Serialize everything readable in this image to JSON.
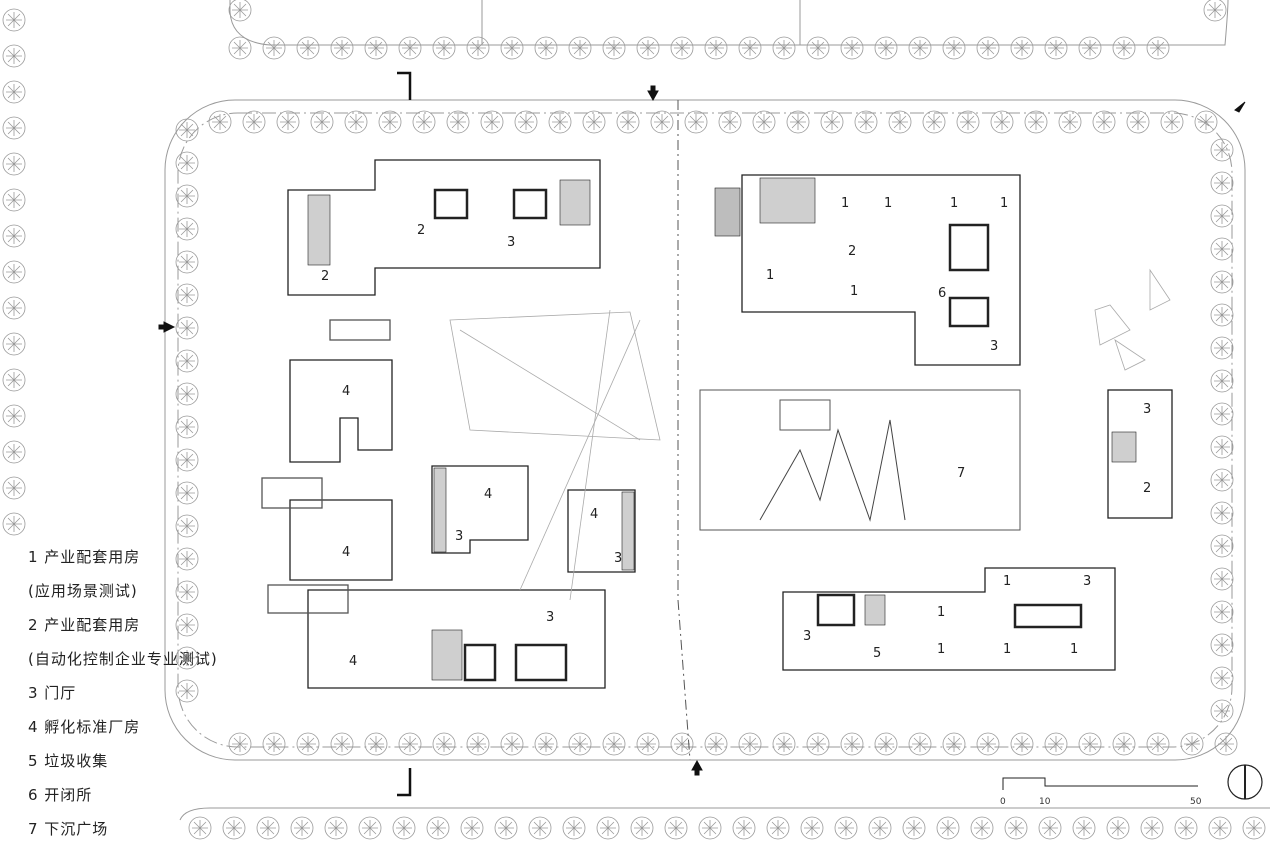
{
  "legend": [
    "1 产业配套用房",
    "(应用场景测试)",
    "2 产业配套用房",
    "(自动化控制企业专业测试)",
    "3 门厅",
    "4 孵化标准厂房",
    "5 垃圾收集",
    "6 开闭所",
    "7 下沉广场"
  ],
  "scale": {
    "labels": [
      "0",
      "10",
      "50"
    ]
  },
  "plan_labels": [
    "2",
    "3",
    "2",
    "1",
    "1",
    "1",
    "1",
    "2",
    "1",
    "1",
    "6",
    "3",
    "4",
    "4",
    "3",
    "4",
    "3",
    "4",
    "7",
    "3",
    "2",
    "4",
    "3",
    "3",
    "1",
    "1",
    "3",
    "5",
    "1",
    "1",
    "1"
  ],
  "colors": {
    "line": "#222222",
    "faint": "#9a9a9a",
    "fill_grey": "#bdbdbd",
    "background": "#ffffff"
  }
}
